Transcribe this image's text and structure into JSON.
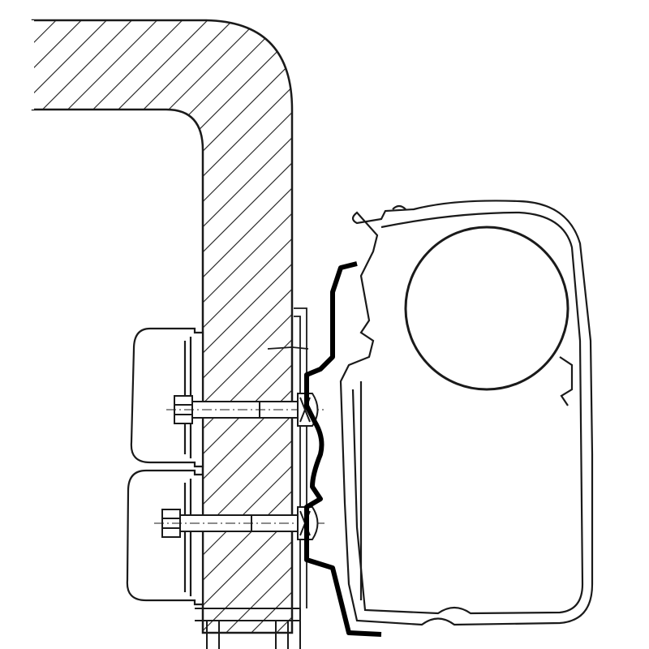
{
  "colors": {
    "line": "#1a1a1a",
    "background": "#ffffff",
    "adapter": "#000000"
  },
  "parts": {
    "wall": "hatched-wall-section",
    "clamp_blocks": 2,
    "bolts": 2,
    "adapter": "black-adapter-profile",
    "awning": "awning-housing-with-roller"
  }
}
